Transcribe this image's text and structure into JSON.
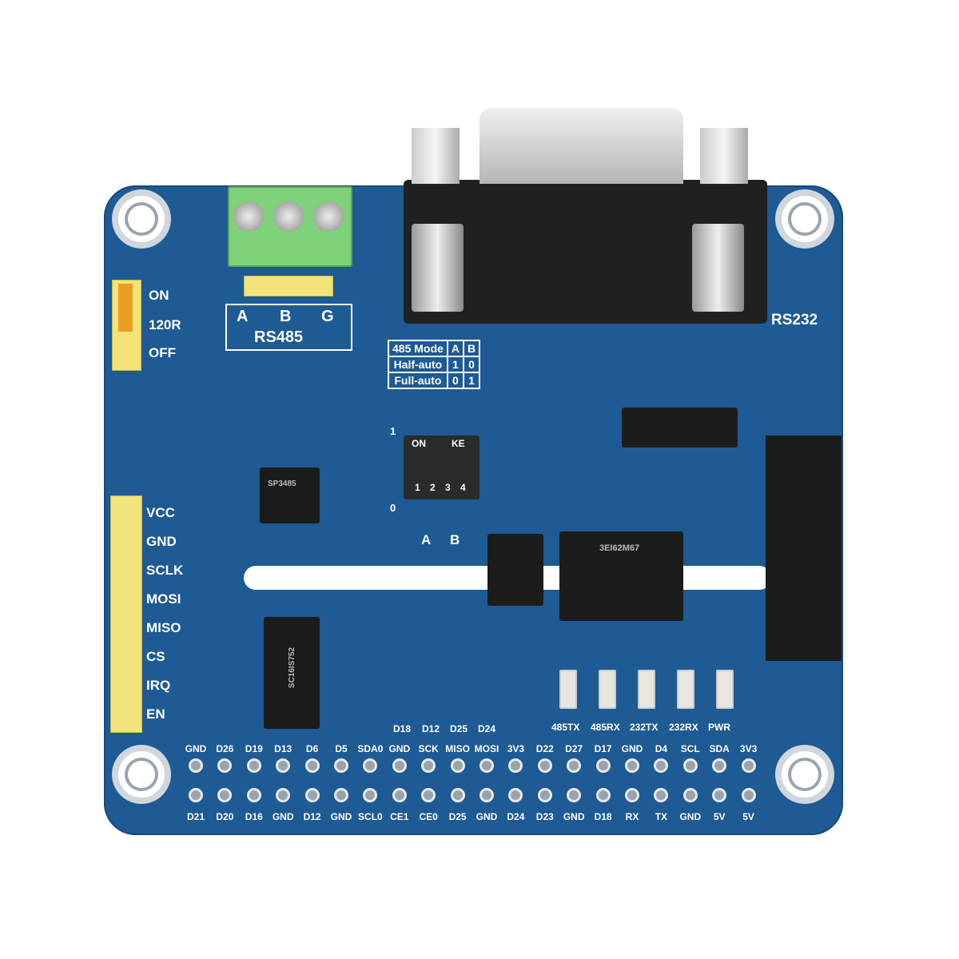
{
  "board": {
    "color": "#1e5a93",
    "rs232_label": "RS232",
    "rs485_label": "RS485",
    "terminal_labels": [
      "A",
      "B",
      "G"
    ],
    "termination_jumper": [
      "ON",
      "120R",
      "OFF"
    ],
    "spi_header": [
      "VCC",
      "GND",
      "SCLK",
      "MOSI",
      "MISO",
      "CS",
      "IRQ",
      "EN"
    ],
    "mode_table": {
      "header": [
        "485 Mode",
        "A",
        "B"
      ],
      "rows": [
        [
          "Half-auto",
          "1",
          "0"
        ],
        [
          "Full-auto",
          "0",
          "1"
        ]
      ]
    },
    "dip_switch": {
      "on_label": "ON",
      "ke_label": "KE",
      "numbers": [
        "1",
        "2",
        "3",
        "4"
      ],
      "side_1": "1",
      "side_0": "0",
      "bottom": [
        "A",
        "B"
      ]
    },
    "leds": [
      "485TX",
      "485RX",
      "232TX",
      "232RX",
      "PWR"
    ],
    "gpio_labels": [
      "D18",
      "D12",
      "D25",
      "D24"
    ],
    "chip_labels": {
      "main": "SC16IS752",
      "rs232": "3EI62M67",
      "rs485": "SP3485"
    },
    "pins_top": [
      "GND",
      "D26",
      "D19",
      "D13",
      "D6",
      "D5",
      "SDA0",
      "GND",
      "SCK",
      "MISO",
      "MOSI",
      "3V3",
      "D22",
      "D27",
      "D17",
      "GND",
      "D4",
      "SCL",
      "SDA",
      "3V3"
    ],
    "pins_bottom": [
      "D21",
      "D20",
      "D16",
      "GND",
      "D12",
      "GND",
      "SCL0",
      "CE1",
      "CE0",
      "D25",
      "GND",
      "D24",
      "D23",
      "GND",
      "D18",
      "RX",
      "TX",
      "GND",
      "5V",
      "5V"
    ]
  }
}
